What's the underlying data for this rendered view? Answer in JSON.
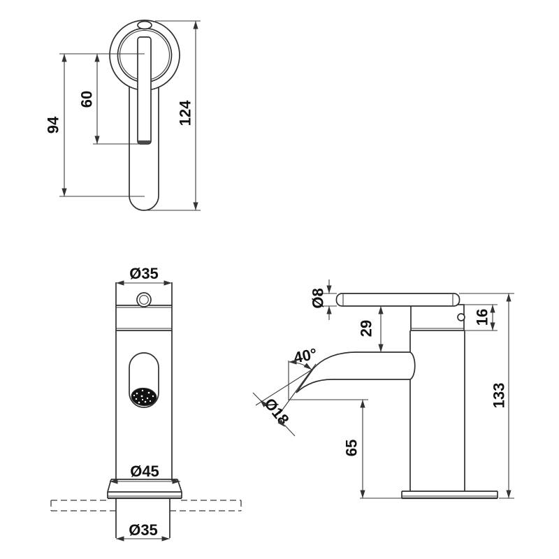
{
  "drawing": {
    "type": "technical-dimension-drawing",
    "subject": "single-lever basin mixer tap",
    "units": "mm",
    "colors": {
      "line": "#2f2f2f",
      "dimension": "#3a3a3a",
      "text": "#111111",
      "background": "#ffffff"
    },
    "views": {
      "top_view": {
        "dims": {
          "handle_to_center": "94",
          "lever_slot": "60",
          "overall_length": "124"
        }
      },
      "front_view": {
        "dims": {
          "body_diameter": "Ø35",
          "base_diameter": "Ø45",
          "shank_diameter": "Ø35"
        }
      },
      "side_view": {
        "dims": {
          "lever_thickness": "Ø8",
          "spout_drop": "29",
          "cap_height": "16",
          "spout_angle": "40°",
          "spout_diameter": "Ø18",
          "spout_clearance": "65",
          "total_height": "133"
        }
      }
    }
  }
}
